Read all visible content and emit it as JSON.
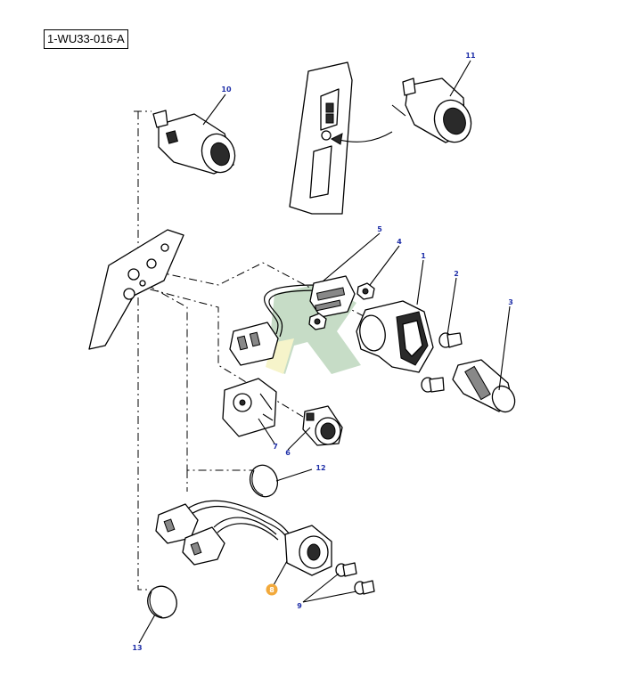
{
  "diagram": {
    "reference_code": "1-WU33-016-A",
    "callouts": [
      {
        "id": "c1",
        "label": "1"
      },
      {
        "id": "c2",
        "label": "2"
      },
      {
        "id": "c3",
        "label": "3"
      },
      {
        "id": "c4",
        "label": "4"
      },
      {
        "id": "c5",
        "label": "5"
      },
      {
        "id": "c6",
        "label": "6"
      },
      {
        "id": "c7",
        "label": "7"
      },
      {
        "id": "c8",
        "label": "8",
        "highlight_color": "#f2a93b"
      },
      {
        "id": "c9",
        "label": "9"
      },
      {
        "id": "c10",
        "label": "10"
      },
      {
        "id": "c11",
        "label": "11"
      },
      {
        "id": "c12",
        "label": "12"
      },
      {
        "id": "c13",
        "label": "13"
      }
    ],
    "colors": {
      "callout_text": "#1f2fa8",
      "highlight": "#f2a93b",
      "watermark_green": "#5f9e5f",
      "watermark_yellow": "#e8e26a"
    }
  }
}
